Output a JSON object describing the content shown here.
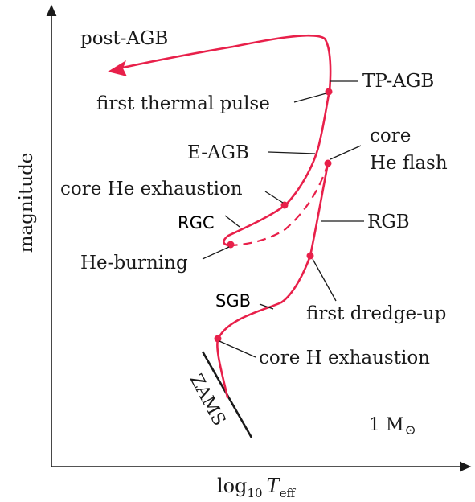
{
  "axes": {
    "x_label_main": "log",
    "x_label_sub": "10",
    "x_label_var": "T",
    "x_label_var_sub": "eff",
    "y_label": "magnitude"
  },
  "mass_label": {
    "value": "1 M",
    "symbol": "⊙"
  },
  "labels": {
    "post_agb": "post-AGB",
    "tp_agb": "TP-AGB",
    "first_thermal_pulse": "first thermal pulse",
    "core_he_flash_line1": "core",
    "core_he_flash_line2": "He flash",
    "e_agb": "E-AGB",
    "core_he_exhaustion": "core He exhaustion",
    "rgc": "RGC",
    "rgb": "RGB",
    "he_burning": "He-burning",
    "sgb": "SGB",
    "first_dredge_up": "first dredge-up",
    "core_h_exhaustion": "core H exhaustion",
    "zams": "ZAMS"
  },
  "colors": {
    "track": "#e8204a",
    "ink": "#1a1a1a"
  }
}
